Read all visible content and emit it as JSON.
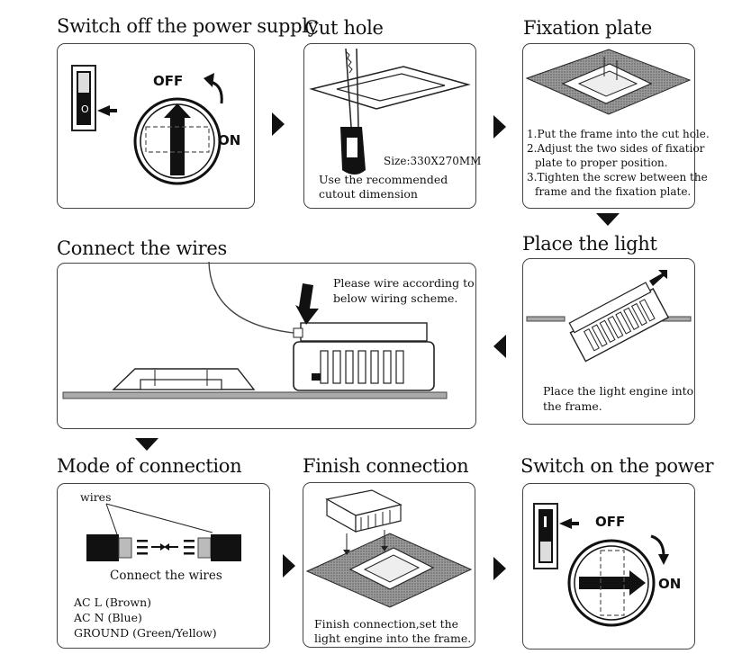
{
  "steps": {
    "s1": {
      "title": "Switch off the power supply",
      "off": "OFF",
      "on": "ON"
    },
    "s2": {
      "title": "Cut hole",
      "size": "Size:330X270MM",
      "note1": "Use the recommended",
      "note2": "cutout dimension"
    },
    "s3": {
      "title": "Fixation plate",
      "l1": "1.Put the frame into the cut hole.",
      "l2": "2.Adjust the two sides of fixatior",
      "l3": "plate to proper position.",
      "l4": "3.Tighten the screw between the",
      "l5": "frame and the fixation plate."
    },
    "s4": {
      "title": "Connect the wires",
      "note1": "Please wire according to",
      "note2": "below wiring scheme."
    },
    "s5": {
      "title": "Place the light",
      "note1": "Place the light engine into",
      "note2": "the frame."
    },
    "s6": {
      "title": "Mode of connection",
      "wires": "wires",
      "connect": "Connect the wires",
      "l1": "AC L (Brown)",
      "l2": "AC N (Blue)",
      "l3": "GROUND (Green/Yellow)"
    },
    "s7": {
      "title": "Finish connection",
      "note1": "Finish connection,set the",
      "note2": "light engine into the frame."
    },
    "s8": {
      "title": "Switch on the power",
      "off": "OFF",
      "on": "ON"
    }
  }
}
